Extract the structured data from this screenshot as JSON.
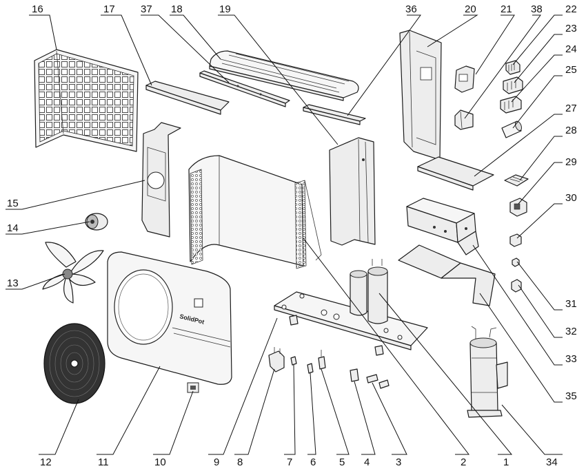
{
  "brand_text": "SolidPot",
  "callouts": [
    {
      "id": "1",
      "label": "1"
    },
    {
      "id": "2",
      "label": "2"
    },
    {
      "id": "3",
      "label": "3"
    },
    {
      "id": "4",
      "label": "4"
    },
    {
      "id": "5",
      "label": "5"
    },
    {
      "id": "6",
      "label": "6"
    },
    {
      "id": "7",
      "label": "7"
    },
    {
      "id": "8",
      "label": "8"
    },
    {
      "id": "9",
      "label": "9"
    },
    {
      "id": "10",
      "label": "10"
    },
    {
      "id": "11",
      "label": "11"
    },
    {
      "id": "12",
      "label": "12"
    },
    {
      "id": "13",
      "label": "13"
    },
    {
      "id": "14",
      "label": "14"
    },
    {
      "id": "15",
      "label": "15"
    },
    {
      "id": "16",
      "label": "16"
    },
    {
      "id": "17",
      "label": "17"
    },
    {
      "id": "18",
      "label": "18"
    },
    {
      "id": "19",
      "label": "19"
    },
    {
      "id": "20",
      "label": "20"
    },
    {
      "id": "21",
      "label": "21"
    },
    {
      "id": "22",
      "label": "22"
    },
    {
      "id": "23",
      "label": "23"
    },
    {
      "id": "24",
      "label": "24"
    },
    {
      "id": "25",
      "label": "25"
    },
    {
      "id": "27",
      "label": "27"
    },
    {
      "id": "28",
      "label": "28"
    },
    {
      "id": "29",
      "label": "29"
    },
    {
      "id": "30",
      "label": "30"
    },
    {
      "id": "31",
      "label": "31"
    },
    {
      "id": "32",
      "label": "32"
    },
    {
      "id": "33",
      "label": "33"
    },
    {
      "id": "34",
      "label": "34"
    },
    {
      "id": "35",
      "label": "35"
    },
    {
      "id": "36",
      "label": "36"
    },
    {
      "id": "37",
      "label": "37"
    },
    {
      "id": "38",
      "label": "38"
    }
  ]
}
